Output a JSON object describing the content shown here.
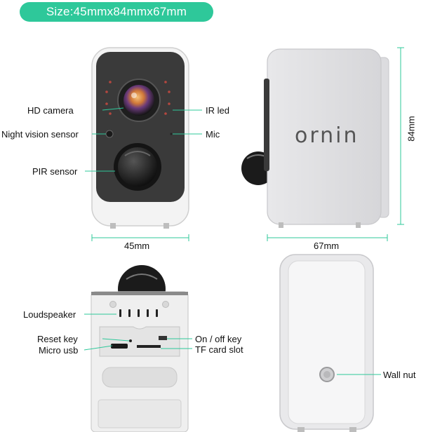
{
  "size_badge": "Size:45mmx84mmx67mm",
  "front": {
    "hd_camera": "HD camera",
    "ir_led": "IR led",
    "night_vision": "Night vision sensor",
    "mic": "Mic",
    "pir": "PIR sensor",
    "width_dim": "45mm"
  },
  "side": {
    "brand": "ornin",
    "height_dim": "84mm",
    "depth_dim": "67mm"
  },
  "bottom": {
    "loudspeaker": "Loudspeaker",
    "reset_key": "Reset key",
    "micro_usb": "Micro usb",
    "on_off_key": "On / off key",
    "tf_card": "TF card slot"
  },
  "back": {
    "wall_nut": "Wall nut"
  },
  "colors": {
    "accent": "#2ec89a",
    "body": "#f2f2f2",
    "face": "#3a3a3a"
  }
}
